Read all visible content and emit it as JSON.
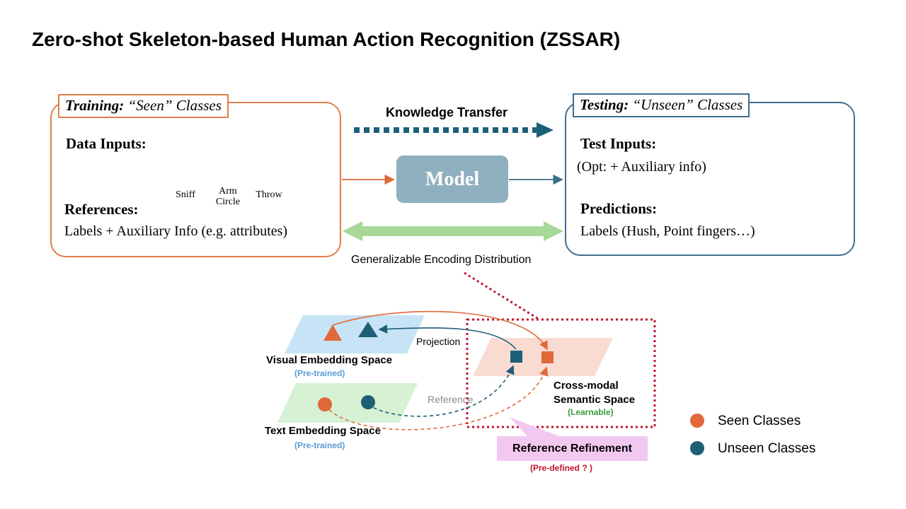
{
  "title": "Zero-shot Skeleton-based Human Action Recognition (ZSSAR)",
  "training": {
    "tag_bold": "Training:",
    "tag_rest": " “Seen” Classes",
    "data_inputs_label": "Data Inputs:",
    "skeletons": [
      "Sniff",
      "Arm Circle",
      "Throw"
    ],
    "references_label": "References:",
    "references_text": "Labels + Auxiliary Info (e.g. attributes)"
  },
  "testing": {
    "tag_bold": "Testing:",
    "tag_rest": " “Unseen” Classes",
    "test_inputs_label": "Test Inputs:",
    "test_inputs_opt": "(Opt: + Auxiliary info)",
    "predictions_label": "Predictions:",
    "predictions_text": "Labels (Hush, Point fingers…)"
  },
  "center": {
    "knowledge_transfer": "Knowledge Transfer",
    "model": "Model",
    "generalizable": "Generalizable Encoding Distribution"
  },
  "spaces": {
    "visual_label": "Visual Embedding Space",
    "visual_sub": "(Pre-trained)",
    "text_label": "Text Embedding Space",
    "text_sub": "(Pre-trained)",
    "cross_label_1": "Cross-modal",
    "cross_label_2": "Semantic Space",
    "cross_sub": "(Learnable)",
    "projection": "Projection",
    "reference": "Reference",
    "refinement": "Reference Refinement",
    "refinement_sub": "(Pre-defined ? )"
  },
  "legend": {
    "seen": "Seen Classes",
    "unseen": "Unseen Classes"
  },
  "colors": {
    "seen": "#e0693a",
    "unseen": "#1e5f78",
    "train_border": "#e0804a",
    "test_border": "#3e6f8c",
    "model_fill": "#8fb0bf",
    "refine_fill": "#f2c8f0",
    "dotted_red": "#c0142c",
    "pretrained_text": "#5b9bd5",
    "learnable_text": "#3a9a3a"
  }
}
